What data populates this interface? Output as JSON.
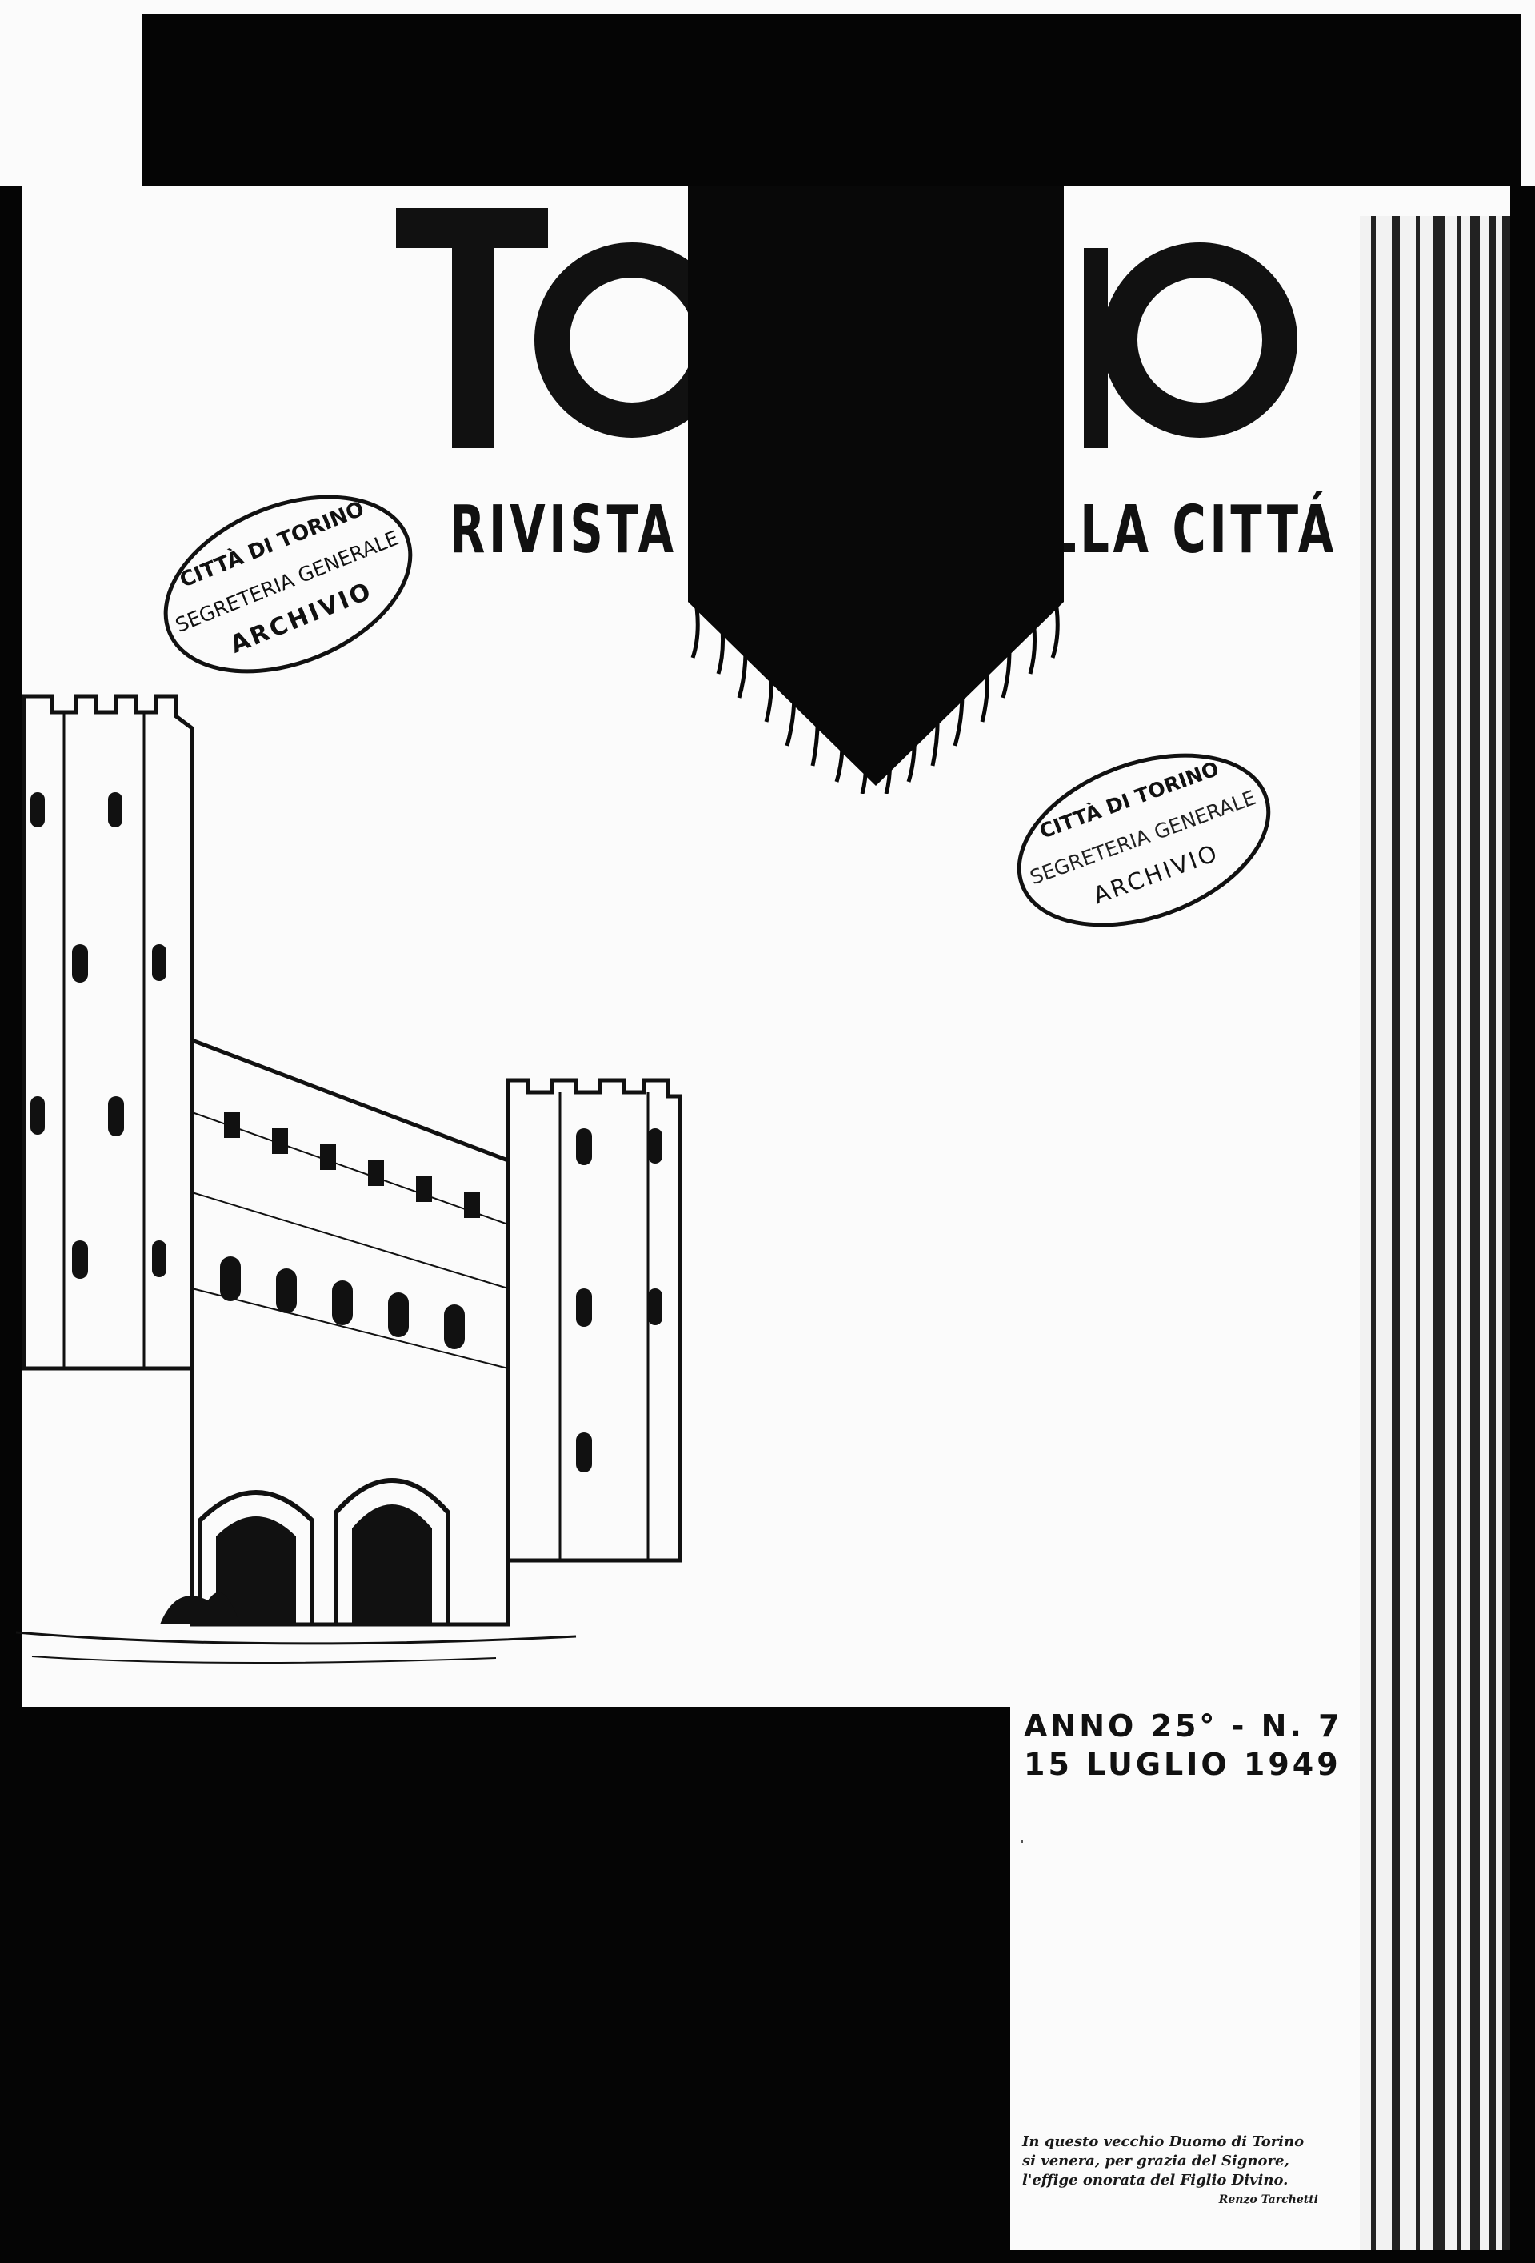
{
  "masthead": {
    "title_visible_left": "TO",
    "title_visible_right": "O",
    "subtitle": "RIVISTA MENSILE DELLA CITTÁ"
  },
  "stamps": [
    {
      "line1": "CITTÀ DI TORINO",
      "line2": "SEGRETERIA GENERALE",
      "line3": "ARCHIVIO"
    },
    {
      "line1": "CITTÀ DI TORINO",
      "line2": "SEGRETERIA GENERALE",
      "line3": "ARCHIVIO"
    }
  ],
  "issue": {
    "line1": "ANNO 25° - N. 7",
    "line2": "15 LUGLIO 1949"
  },
  "caption": {
    "text": "In questo vecchio Duomo di Torino si venera, per grazia del Signore, l'effige onorata del Figlio Divino.",
    "signature": "Renzo Tarchetti"
  },
  "colors": {
    "ink": "#111111",
    "paper": "#fbfbfb",
    "mask": "#050505"
  }
}
